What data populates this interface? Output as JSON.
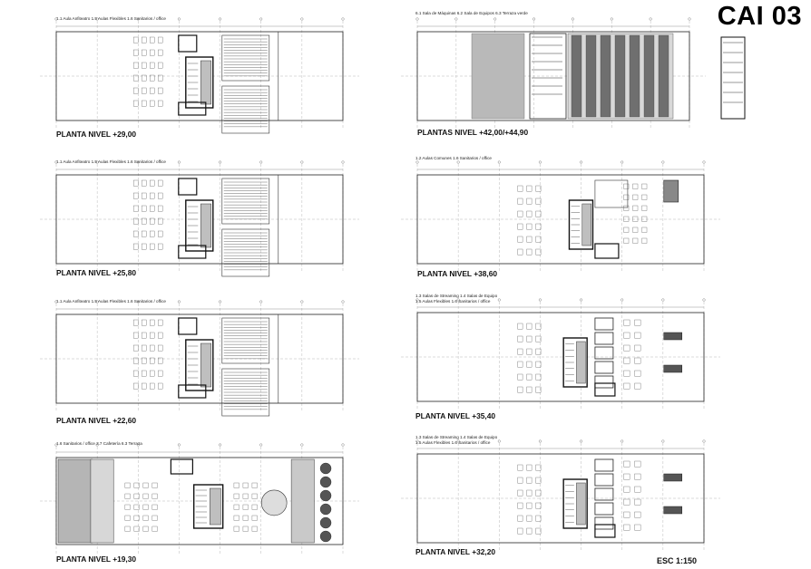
{
  "sheet": {
    "code": "CAI 03",
    "scale": "ESC 1:150"
  },
  "plans": [
    {
      "id": "p29",
      "level_label": "PLANTA NIVEL +29,00",
      "legend": [
        "1.1 Aula Anfiteatro 1.5 Aulas Flexibles 1.6 Sanitarios / office"
      ]
    },
    {
      "id": "p258",
      "level_label": "PLANTA NIVEL +25,80",
      "legend": [
        "1.1 Aula Anfiteatro 1.5 Aulas Flexibles 1.6 Sanitarios / office"
      ]
    },
    {
      "id": "p226",
      "level_label": "PLANTA NIVEL +22,60",
      "legend": [
        "1.1 Aula Anfiteatro 1.5 Aulas Flexibles 1.6 Sanitarios / office"
      ]
    },
    {
      "id": "p193",
      "level_label": "PLANTA NIVEL +19,30",
      "legend": [
        "1.6 Sanitarios / office 3.7 Cafetería 6.3 Terraza"
      ]
    },
    {
      "id": "p42",
      "level_label": "PLANTAS NIVEL +42,00/+44,90",
      "legend": [
        "6.1 Sala de Máquinas 6.2 Sala de Equipos 6.3 Terraza verde"
      ]
    },
    {
      "id": "p386",
      "level_label": "PLANTA NIVEL +38,60",
      "legend": [
        "1.2 Aulas Comunes 1.6 Sanitarios / office"
      ]
    },
    {
      "id": "p354",
      "level_label": "PLANTA NIVEL +35,40",
      "legend": [
        "1.3 Salas de Streaming 1.4 Salas de Equipo",
        "1.5 Aulas Flexibles 1.6 Sanitarios / office"
      ]
    },
    {
      "id": "p322",
      "level_label": "PLANTA NIVEL +32,20",
      "legend": [
        "1.3 Salas de Streaming 1.4 Salas de Equipo",
        "1.5 Aulas Flexibles 1.6 Sanitarios / office"
      ]
    }
  ]
}
